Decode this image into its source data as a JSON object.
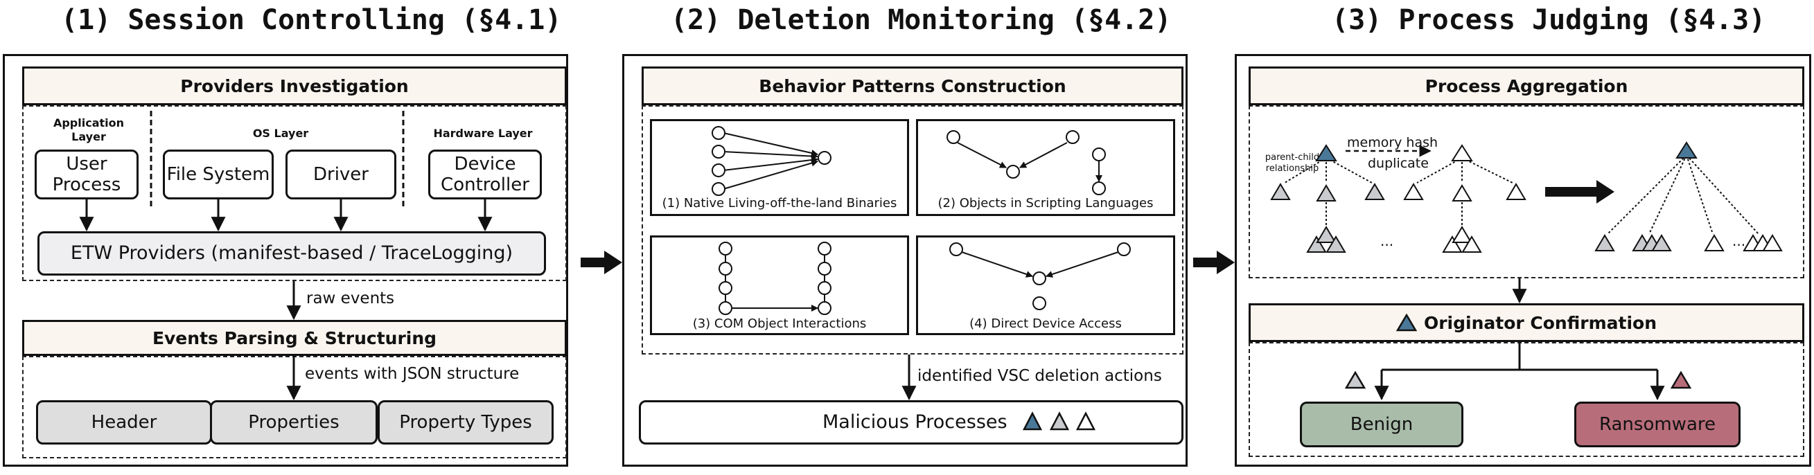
{
  "sections": {
    "s1_title": "(1) Session Controlling (§4.1)",
    "s2_title": "(2) Deletion Monitoring (§4.2)",
    "s3_title": "(3) Process Judging (§4.3)"
  },
  "s1": {
    "providers_header": "Providers Investigation",
    "app_layer": "Application Layer",
    "os_layer": "OS Layer",
    "hw_layer": "Hardware Layer",
    "user_process": "User Process",
    "file_system": "File System",
    "driver": "Driver",
    "device_controller": "Device Controller",
    "etw": "ETW Providers (manifest-based / TraceLogging)",
    "raw_events": "raw events",
    "parsing_header": "Events Parsing & Structuring",
    "json_label": "events with JSON structure",
    "header_box": "Header",
    "properties_box": "Properties",
    "property_types_box": "Property Types"
  },
  "s2": {
    "patterns_header": "Behavior Patterns Construction",
    "p1": "(1) Native Living-off-the-land Binaries",
    "p2": "(2) Objects in Scripting Languages",
    "p3": "(3) COM Object Interactions",
    "p4": "(4) Direct Device Access",
    "identified": "identified VSC deletion actions",
    "malicious": "Malicious Processes"
  },
  "s3": {
    "aggregation_header": "Process Aggregation",
    "parent_child": "parent-child relationship",
    "memory_hash": "memory hash",
    "duplicate": "duplicate",
    "ellipsis": "...",
    "originator_header": "Originator Confirmation",
    "benign": "Benign",
    "ransomware": "Ransomware"
  },
  "colors": {
    "header_bg": "#faf5ee",
    "grey_box": "#dededf",
    "benign": "#a9bcaa",
    "ransomware": "#b86d7a",
    "tri_blue": "#4a7898",
    "tri_grey": "#c9cbce",
    "tri_red": "#b86d7a"
  }
}
